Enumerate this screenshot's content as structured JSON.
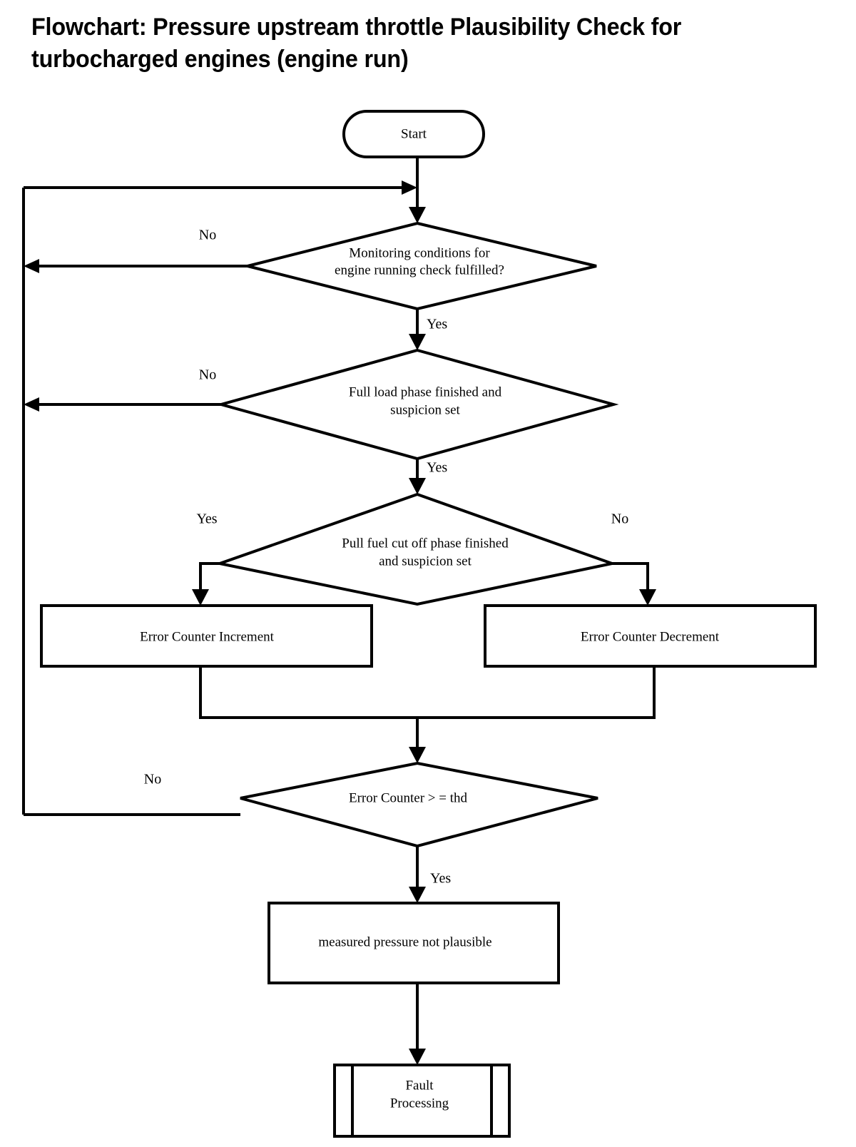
{
  "title": {
    "line1": "Flowchart: Pressure upstream throttle Plausibility Check for",
    "line2": "turbocharged engines (engine run)"
  },
  "diagram": {
    "type": "flowchart",
    "orientation": "top-to-bottom",
    "stroke_color": "#000000",
    "fill_color": "#ffffff",
    "nodes": [
      {
        "id": "start",
        "shape": "stadium",
        "text": "Start"
      },
      {
        "id": "cond1",
        "shape": "diamond",
        "text_line1": "Monitoring  conditions for",
        "text_line2": "engine running check fulfilled?"
      },
      {
        "id": "cond2",
        "shape": "diamond",
        "text_line1": "Full load phase finished and",
        "text_line2": "suspicion set"
      },
      {
        "id": "cond3",
        "shape": "diamond",
        "text_line1": "Pull fuel cut off phase finished",
        "text_line2": "and suspicion set"
      },
      {
        "id": "increment",
        "shape": "rectangle",
        "text": "Error Counter Increment"
      },
      {
        "id": "decrement",
        "shape": "rectangle",
        "text": "Error Counter Decrement"
      },
      {
        "id": "cond4",
        "shape": "diamond",
        "text": "Error Counter > = thd"
      },
      {
        "id": "notplaus",
        "shape": "rectangle",
        "text": "measured pressure not plausible"
      },
      {
        "id": "fault",
        "shape": "predefined-process",
        "text_line1": "Fault",
        "text_line2": "Processing"
      }
    ],
    "edge_labels": {
      "cond1_no": "No",
      "cond1_yes": "Yes",
      "cond2_no": "No",
      "cond2_yes": "Yes",
      "cond3_yes": "Yes",
      "cond3_no": "No",
      "cond4_no": "No",
      "cond4_yes": "Yes"
    },
    "edges": [
      {
        "from": "start",
        "to": "cond1",
        "label": ""
      },
      {
        "from": "cond1",
        "to": "loop-left",
        "label": "No"
      },
      {
        "from": "cond1",
        "to": "cond2",
        "label": "Yes"
      },
      {
        "from": "cond2",
        "to": "loop-left",
        "label": "No"
      },
      {
        "from": "cond2",
        "to": "cond3",
        "label": "Yes"
      },
      {
        "from": "cond3",
        "to": "increment",
        "label": "Yes"
      },
      {
        "from": "cond3",
        "to": "decrement",
        "label": "No"
      },
      {
        "from": "increment",
        "to": "cond4",
        "label": ""
      },
      {
        "from": "decrement",
        "to": "cond4",
        "label": ""
      },
      {
        "from": "cond4",
        "to": "loop-left",
        "label": "No"
      },
      {
        "from": "cond4",
        "to": "notplaus",
        "label": "Yes"
      },
      {
        "from": "notplaus",
        "to": "fault",
        "label": ""
      }
    ]
  }
}
